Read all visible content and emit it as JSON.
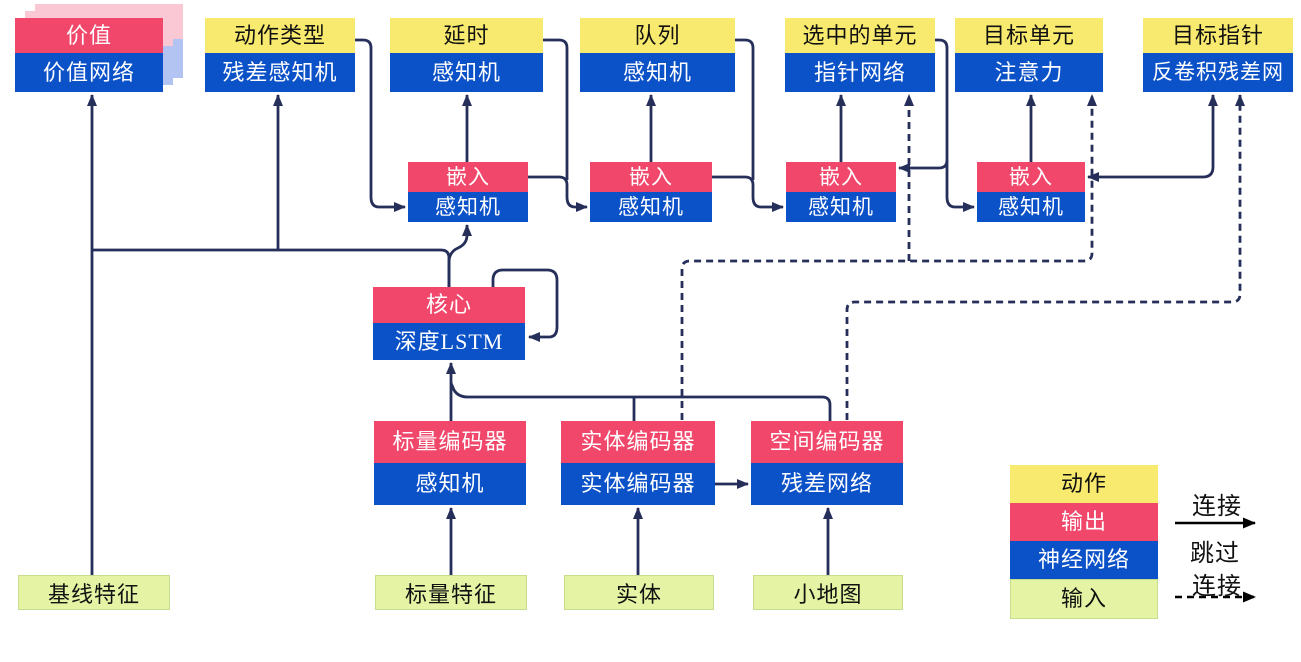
{
  "nodes": {
    "value": {
      "top": "价值",
      "bottom": "价值网络"
    },
    "action_type": {
      "top": "动作类型",
      "bottom": "残差感知机"
    },
    "delay": {
      "top": "延时",
      "bottom": "感知机"
    },
    "queued": {
      "top": "队列",
      "bottom": "感知机"
    },
    "selected_units": {
      "top": "选中的单元",
      "bottom": "指针网络"
    },
    "target_unit": {
      "top": "目标单元",
      "bottom": "注意力"
    },
    "target_point": {
      "top": "目标指针",
      "bottom": "反卷积残差网"
    },
    "embed1": {
      "top": "嵌入",
      "bottom": "感知机"
    },
    "embed2": {
      "top": "嵌入",
      "bottom": "感知机"
    },
    "embed3": {
      "top": "嵌入",
      "bottom": "感知机"
    },
    "embed4": {
      "top": "嵌入",
      "bottom": "感知机"
    },
    "core": {
      "top": "核心",
      "bottom": "深度LSTM"
    },
    "scalar_encoder": {
      "top": "标量编码器",
      "bottom": "感知机"
    },
    "entity_encoder": {
      "top": "实体编码器",
      "bottom": "实体编码器"
    },
    "spatial_encoder": {
      "top": "空间编码器",
      "bottom": "残差网络"
    },
    "baseline_features": {
      "label": "基线特征"
    },
    "scalar_features": {
      "label": "标量特征"
    },
    "entities": {
      "label": "实体"
    },
    "minimap": {
      "label": "小地图"
    }
  },
  "legend": {
    "action": "动作",
    "output": "输出",
    "network": "神经网络",
    "input": "输入",
    "connection": "连接",
    "skip_line1": "跳过",
    "skip_line2": "连接"
  },
  "colors": {
    "action_yellow": "#F8EA6E",
    "output_pink": "#F0476B",
    "network_blue": "#0B52C8",
    "input_green": "#E4F4A4",
    "wire_navy": "#252F5A",
    "legend_arrow_black": "#000000",
    "value_shadow_pink": "#FAC7D4",
    "value_shadow_blue": "#B3C4F2"
  }
}
